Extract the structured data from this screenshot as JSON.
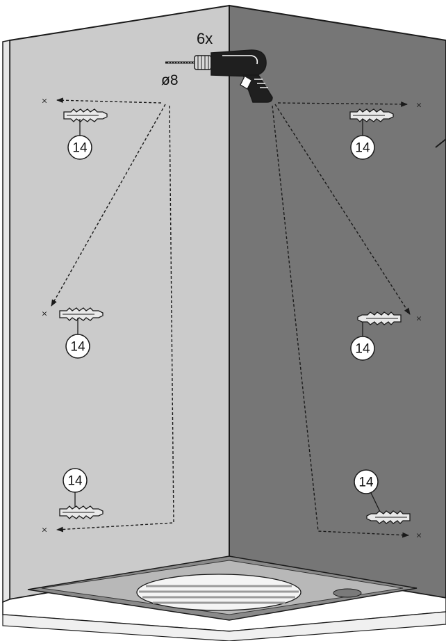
{
  "drill": {
    "count_label": "6x",
    "bit_label": "ø8"
  },
  "drill_mark_symbol": "×",
  "anchors": [
    {
      "id": "left-top",
      "part_number": "14"
    },
    {
      "id": "left-middle",
      "part_number": "14"
    },
    {
      "id": "left-bottom",
      "part_number": "14"
    },
    {
      "id": "right-top",
      "part_number": "14"
    },
    {
      "id": "right-middle",
      "part_number": "14"
    },
    {
      "id": "right-bottom",
      "part_number": "14"
    }
  ],
  "colors": {
    "left_wall": "#cbcbcb",
    "right_wall": "#767676",
    "outline": "#1a1a1a",
    "badge_fill": "#ffffff",
    "anchor_fill": "#e9e9e9",
    "tray": "#8a8a8a"
  },
  "icons": [
    "drill-icon",
    "wall-plug-icon",
    "drill-hole-mark-icon",
    "dashed-arrow-icon"
  ]
}
